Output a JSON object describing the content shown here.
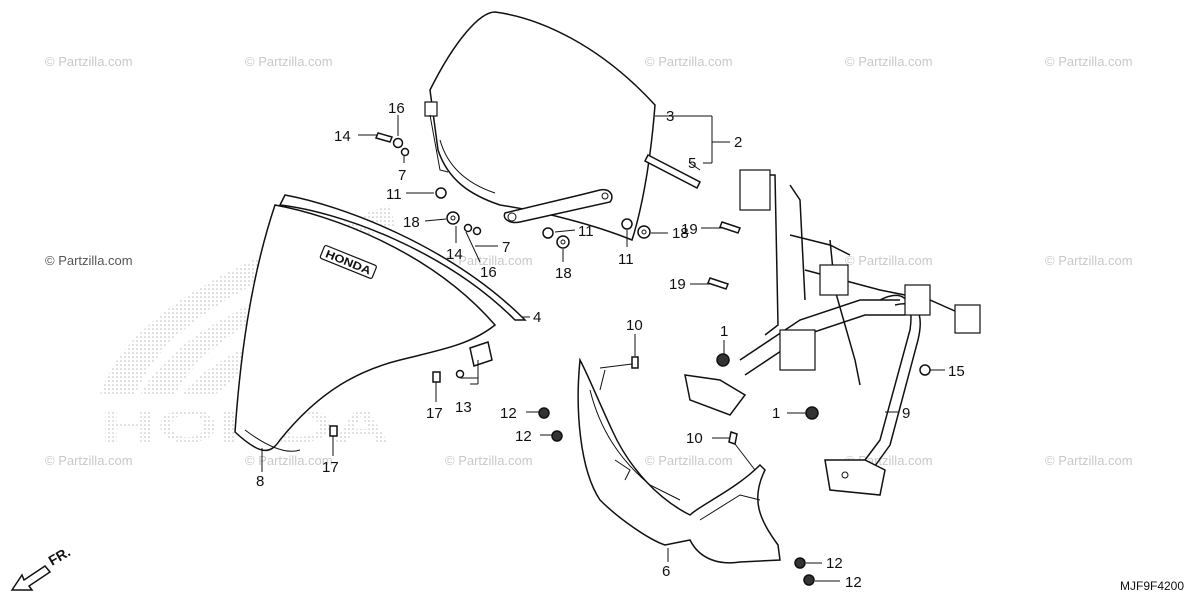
{
  "watermark": "© Partzilla.com",
  "brand_mark": "HONDA",
  "diagram_code": "MJF9F4200",
  "front_label": "FR.",
  "callouts": {
    "c1a": "1",
    "c1b": "1",
    "c2": "2",
    "c3": "3",
    "c4": "4",
    "c5": "5",
    "c6": "6",
    "c7a": "7",
    "c7b": "7",
    "c8": "8",
    "c9": "9",
    "c10a": "10",
    "c10b": "10",
    "c11a": "11",
    "c11b": "11",
    "c11c": "11",
    "c12a": "12",
    "c12b": "12",
    "c12c": "12",
    "c12d": "12",
    "c13": "13",
    "c14a": "14",
    "c14b": "14",
    "c15": "15",
    "c16a": "16",
    "c16b": "16",
    "c17a": "17",
    "c17b": "17",
    "c18a": "18",
    "c18b": "18",
    "c18c": "18",
    "c19a": "19",
    "c19b": "19"
  }
}
